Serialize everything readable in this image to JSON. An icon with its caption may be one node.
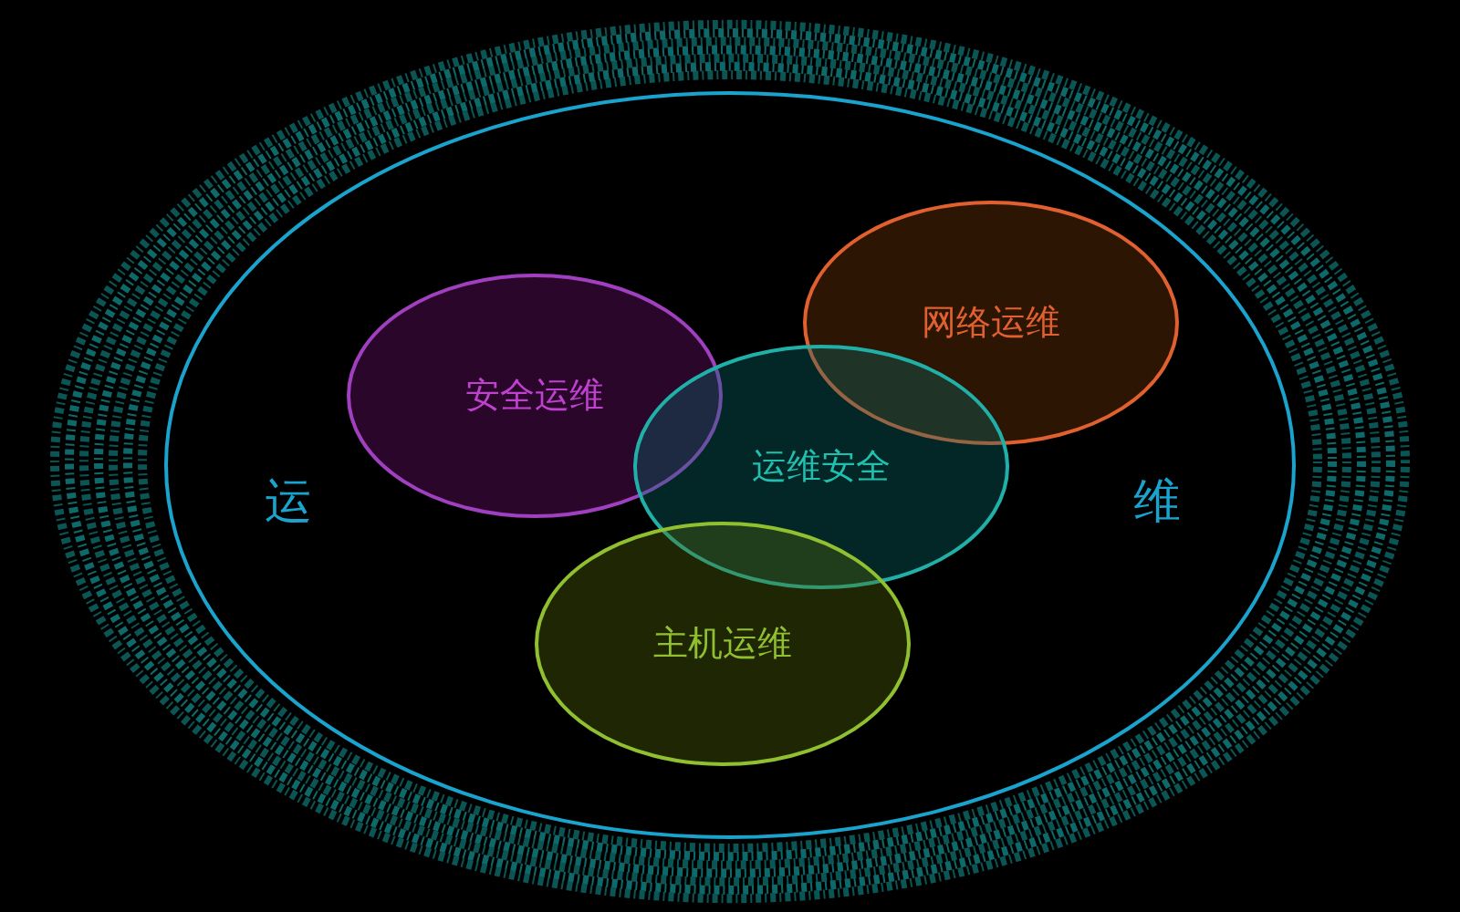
{
  "diagram": {
    "nodes": [
      {
        "text": [
          "运",
          "维"
        ]
      },
      {
        "text": [
          "安全运维"
        ],
        "in": 0
      },
      {
        "text": [
          "网络运维"
        ],
        "in": 0
      },
      {
        "text": [
          "运维安全"
        ],
        "in": 0
      },
      {
        "text": [
          "主机运维"
        ],
        "in": 0
      }
    ]
  }
}
